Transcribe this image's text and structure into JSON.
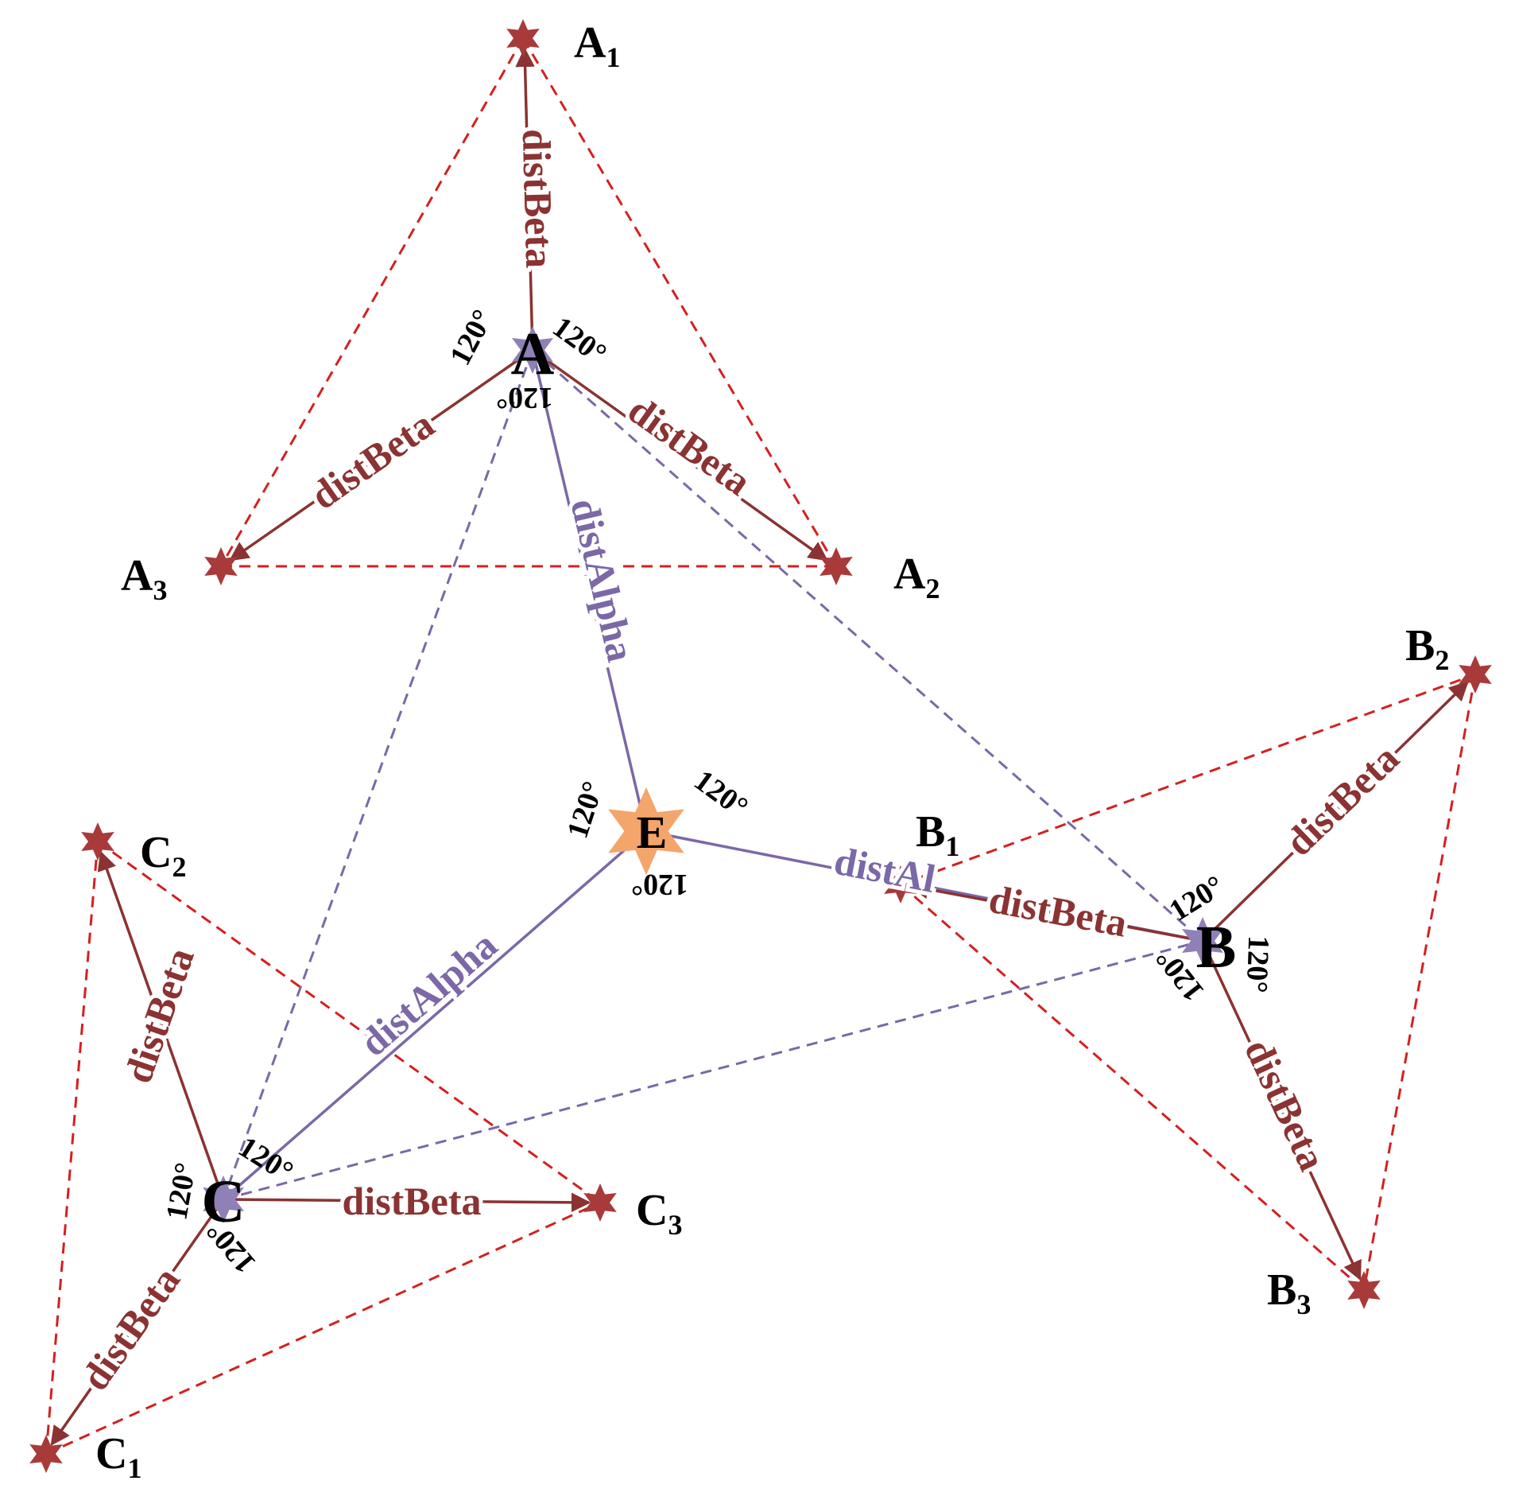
{
  "colors": {
    "beta": "#8b3232",
    "alpha": "#7b68a6",
    "red_dash": "#d42020",
    "purple_dash": "#7b68a6",
    "hub_star": "#f4a56c",
    "text": "#000000"
  },
  "hub": {
    "label": "E"
  },
  "centers": {
    "A": "A",
    "B": "B",
    "C": "C"
  },
  "points": {
    "A1": {
      "base": "A",
      "sub": "1"
    },
    "A2": {
      "base": "A",
      "sub": "2"
    },
    "A3": {
      "base": "A",
      "sub": "3"
    },
    "B1": {
      "base": "B",
      "sub": "1"
    },
    "B2": {
      "base": "B",
      "sub": "2"
    },
    "B3": {
      "base": "B",
      "sub": "3"
    },
    "C1": {
      "base": "C",
      "sub": "1"
    },
    "C2": {
      "base": "C",
      "sub": "2"
    },
    "C3": {
      "base": "C",
      "sub": "3"
    }
  },
  "edge_labels": {
    "alpha": "distAlpha",
    "alpha_partial": "distAl",
    "beta": "distBeta"
  },
  "angle_label": "120°",
  "icons": {
    "point_marker": "star-icon",
    "hub_marker": "star-icon"
  }
}
